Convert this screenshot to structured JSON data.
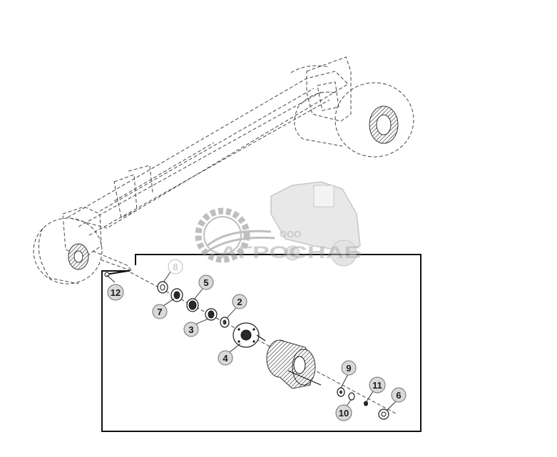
{
  "watermark": {
    "brand_small": "ООО",
    "brand_large": "АГРОСНАБ"
  },
  "callouts": [
    {
      "id": "12",
      "label": "12"
    },
    {
      "id": "8",
      "label": "8"
    },
    {
      "id": "7",
      "label": "7"
    },
    {
      "id": "5",
      "label": "5"
    },
    {
      "id": "2",
      "label": "2"
    },
    {
      "id": "3",
      "label": "3"
    },
    {
      "id": "4",
      "label": "4"
    },
    {
      "id": "9",
      "label": "9"
    },
    {
      "id": "11",
      "label": "11"
    },
    {
      "id": "6",
      "label": "6"
    },
    {
      "id": "10",
      "label": "10"
    }
  ],
  "colors": {
    "callout_fill": "#d9d9d9",
    "callout_faded": "#bdbdbd",
    "watermark": "#8a8a8a",
    "line": "#1a1a1a"
  }
}
